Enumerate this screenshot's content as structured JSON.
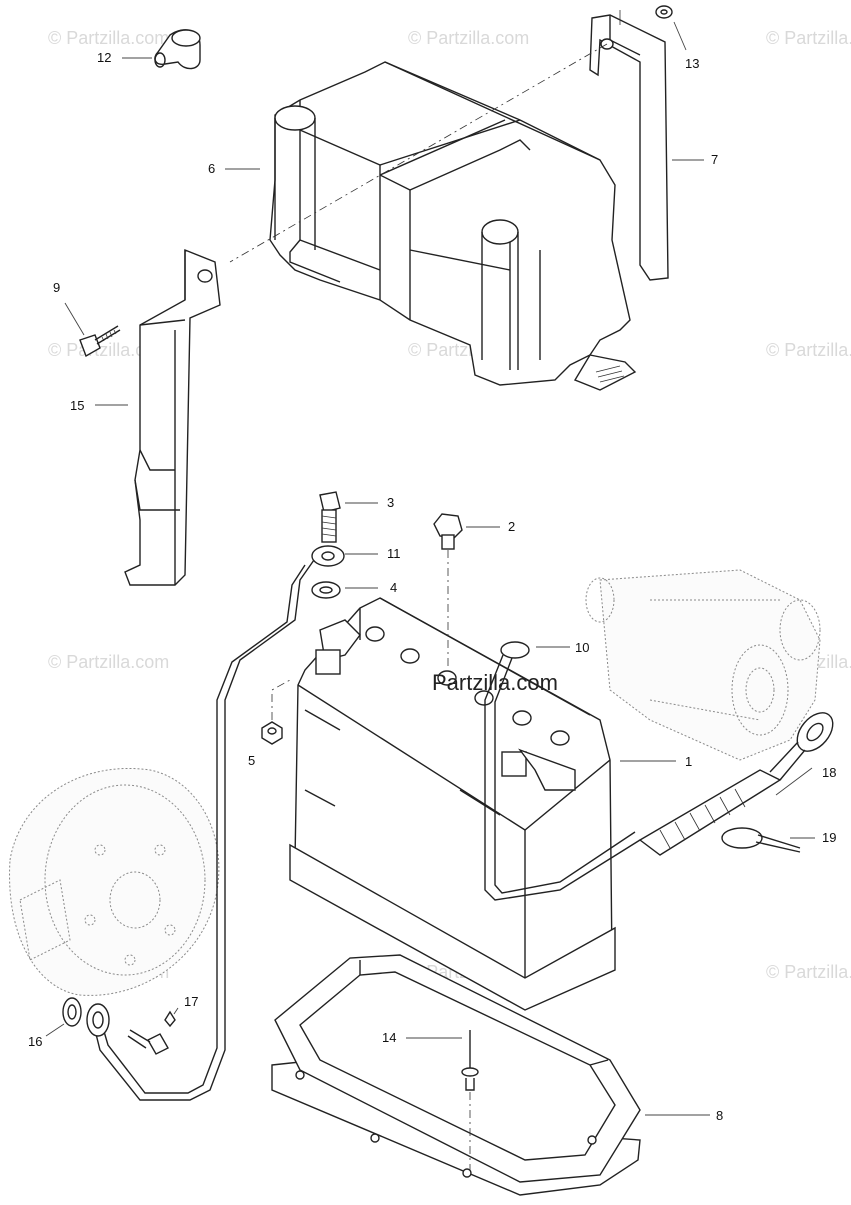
{
  "diagram": {
    "watermark_text": "© Partzilla.com",
    "center_watermark_text": "Partzilla.com",
    "callouts": [
      {
        "id": "c1",
        "label": "1"
      },
      {
        "id": "c2",
        "label": "2"
      },
      {
        "id": "c3",
        "label": "3"
      },
      {
        "id": "c4",
        "label": "4"
      },
      {
        "id": "c5",
        "label": "5"
      },
      {
        "id": "c6",
        "label": "6"
      },
      {
        "id": "c7",
        "label": "7"
      },
      {
        "id": "c8",
        "label": "8"
      },
      {
        "id": "c9",
        "label": "9"
      },
      {
        "id": "c10",
        "label": "10"
      },
      {
        "id": "c11",
        "label": "11"
      },
      {
        "id": "c12",
        "label": "12"
      },
      {
        "id": "c13",
        "label": "13"
      },
      {
        "id": "c14",
        "label": "14"
      },
      {
        "id": "c15",
        "label": "15"
      },
      {
        "id": "c16",
        "label": "16"
      },
      {
        "id": "c17",
        "label": "17"
      },
      {
        "id": "c18",
        "label": "18"
      },
      {
        "id": "c19",
        "label": "19"
      }
    ]
  }
}
